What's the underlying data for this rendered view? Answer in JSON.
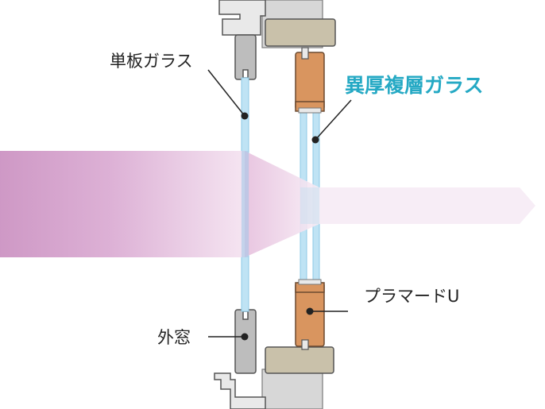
{
  "labels": {
    "single_glass": "単板ガラス",
    "multilayer_glass": "異厚複層ガラス",
    "plamade_u": "プラマードU",
    "outer_window": "外窓"
  },
  "colors": {
    "accent_text": "#25a9c4",
    "glass": "#bfe3f4",
    "glass_edge": "#8ec9e6",
    "wood": "#d9955f",
    "wood_edge": "#6b4a30",
    "wall": "#d7d7d7",
    "wall_edge": "#7a7a7a",
    "sill": "#c9c1aa",
    "metal": "#bdbdbd",
    "beam_strong": "#c98dbf",
    "beam_light": "#f4e2f0"
  },
  "icons": {
    "leader_dot": "filled-circle"
  }
}
